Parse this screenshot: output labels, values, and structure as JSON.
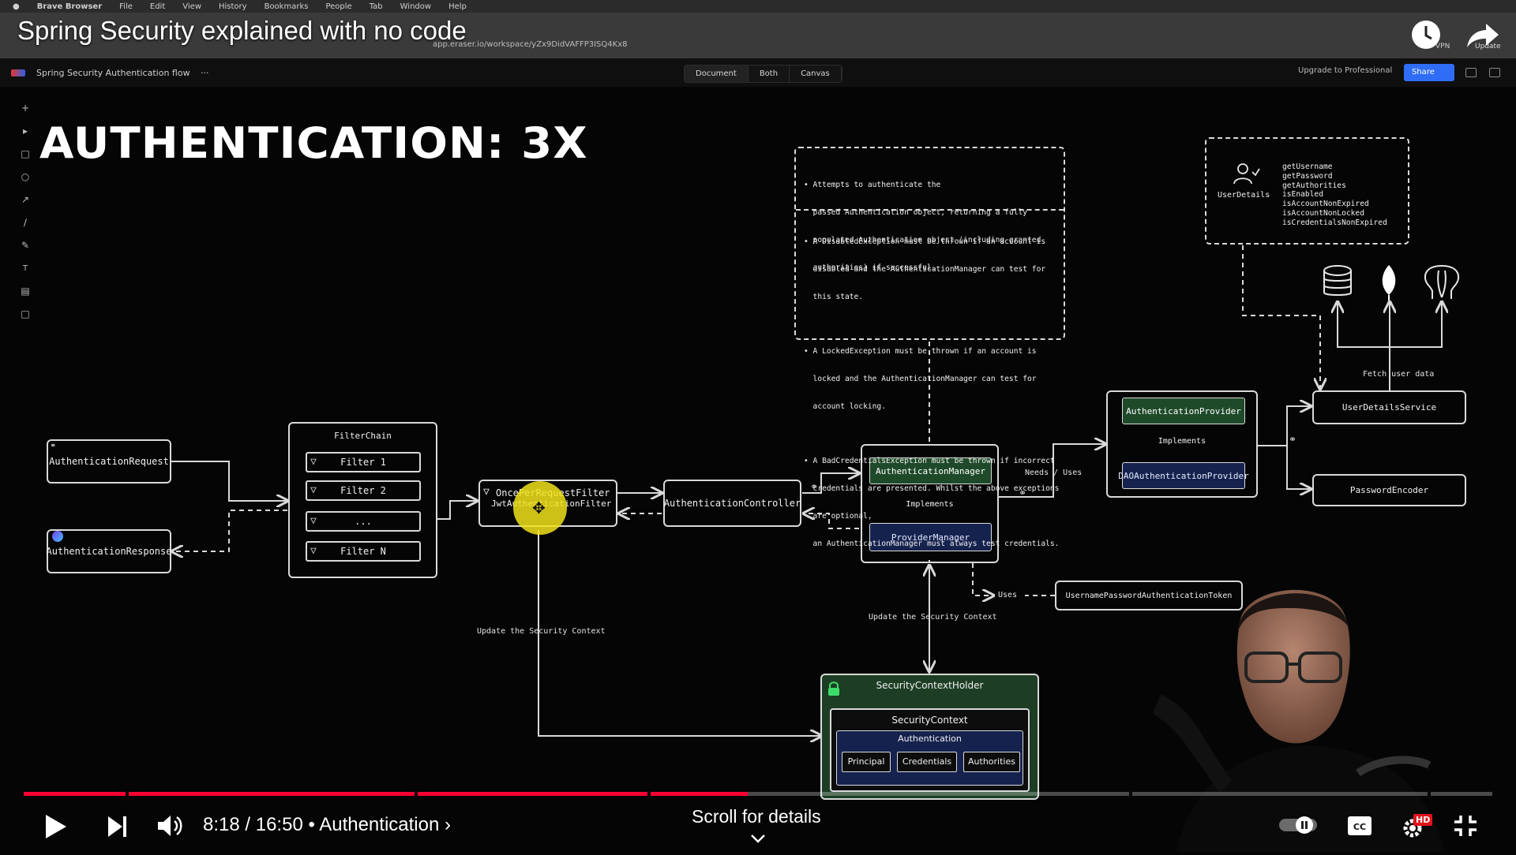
{
  "menubar": {
    "items": [
      "Brave Browser",
      "File",
      "Edit",
      "View",
      "History",
      "Bookmarks",
      "People",
      "Tab",
      "Window",
      "Help"
    ]
  },
  "browser": {
    "url": "app.eraser.io/workspace/yZx9DidVAFFP3ISQ4Kx8",
    "update_label": "Update",
    "vpn_label": "VPN"
  },
  "video": {
    "title": "Spring Security explained with no code",
    "time_current": "8:18",
    "time_total": "16:50",
    "time_separator": "/",
    "chapter": "• Authentication",
    "scroll_hint": "Scroll for details",
    "progress_fraction": 0.493,
    "hd_badge": "HD"
  },
  "app": {
    "doc_title": "Spring Security Authentication flow",
    "more": "···",
    "tabs": [
      "Document",
      "Both",
      "Canvas"
    ],
    "upgrade_label": "Upgrade to Professional",
    "share_label": "Share"
  },
  "canvas": {
    "headline": "AUTHENTICATION: 3X",
    "auth_request": "AuthenticationRequest",
    "auth_response": "AuthenticationResponse",
    "filterchain": {
      "title": "FilterChain",
      "filters": [
        "Filter 1",
        "Filter 2",
        "...",
        "Filter N"
      ]
    },
    "jwt_filter": {
      "line1": "OncePerRequestFilter",
      "line2": "JwtAuthenticationFilter"
    },
    "controller": "AuthenticationController",
    "manager_group": {
      "top": "AuthenticationManager",
      "implements": "Implements",
      "bottom": "ProviderManager"
    },
    "provider_group": {
      "top": "AuthenticationProvider",
      "implements": "Implements",
      "bottom": "DAOAuthenticationProvider"
    },
    "needs_uses": "Needs / Uses",
    "uses": "Uses",
    "userdetails_service": "UserDetailsService",
    "password_encoder": "PasswordEncoder",
    "fetch_user_data": "Fetch user data",
    "token": "UsernamePasswordAuthenticationToken",
    "update_ctx_left": "Update the Security Context",
    "update_ctx_right": "Update the Security Context",
    "userdetails_card": {
      "label": "UserDetails",
      "methods": [
        "getUsername",
        "getPassword",
        "getAuthorities",
        "isEnabled",
        "isAccountNonExpired",
        "isAccountNonLocked",
        "isCredentialsNonExpired"
      ]
    },
    "note_top": [
      "• Attempts to authenticate the",
      "  passed Authentication object, returning a fully",
      "  populated Authentication object (including granted",
      "  authorities) if successful."
    ],
    "note_bottom": [
      "• A DisabledException must be thrown if an account is",
      "  disabled and the AuthenticationManager can test for",
      "  this state.",
      "",
      "• A LockedException must be thrown if an account is",
      "  locked and the AuthenticationManager can test for",
      "  account locking.",
      "",
      "• A BadCredentialsException must be thrown if incorrect",
      "  credentials are presented. Whilst the above exceptions",
      "  are optional,",
      "  an AuthenticationManager must always test credentials."
    ],
    "context_holder": {
      "title": "SecurityContextHolder",
      "context": "SecurityContext",
      "authentication": "Authentication",
      "parts": [
        "Principal",
        "Credentials",
        "Authorities"
      ]
    }
  },
  "colors": {
    "progress_played": "#ff0033",
    "share_button": "#2f6df6",
    "green_box": "#1f4a2a",
    "navy_box": "#16224e",
    "cursor_highlight": "#f1e21a"
  },
  "icons": [
    "apple-icon",
    "clock-icon",
    "share-arrow-icon",
    "filter-icon",
    "lock-icon",
    "user-icon",
    "database-icon",
    "leaf-icon",
    "elephant-icon",
    "play-icon",
    "next-icon",
    "volume-icon",
    "autoplay-toggle-icon",
    "cc-icon",
    "settings-icon",
    "fullscreen-exit-icon"
  ]
}
